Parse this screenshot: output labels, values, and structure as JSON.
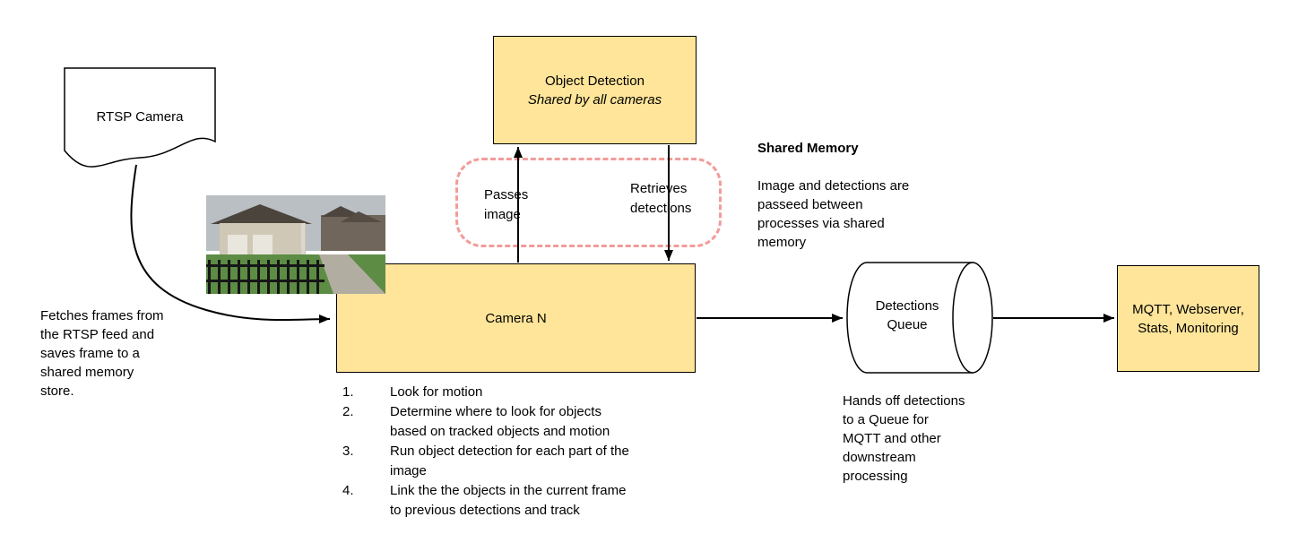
{
  "colors": {
    "node_fill": "#FFE599",
    "node_border": "#000000",
    "shared_memory_dash": "#F19C99",
    "arrow": "#000000"
  },
  "nodes": {
    "rtsp_camera": {
      "label": "RTSP Camera"
    },
    "object_detection": {
      "title": "Object Detection",
      "subtitle": "Shared by all cameras"
    },
    "camera_n": {
      "label": "Camera N"
    },
    "detections_queue": {
      "label": "Detections\nQueue"
    },
    "outputs": {
      "label": "MQTT, Webserver,\nStats, Monitoring"
    }
  },
  "edges": {
    "passes_image": "Passes\nimage",
    "retrieves_detections": "Retrieves\ndetections"
  },
  "notes": {
    "fetch": "Fetches frames from\nthe RTSP feed and\nsaves frame to a\nshared memory\nstore.",
    "shared_memory_title": "Shared Memory",
    "shared_memory_body": "Image and detections are\npasseed between\nprocesses via shared\nmemory",
    "queue_handoff": "Hands off detections\nto a Queue for\nMQTT and other\ndownstream\nprocessing"
  },
  "steps": [
    {
      "num": "1.",
      "text": "Look for motion"
    },
    {
      "num": "2.",
      "text": "Determine where to look for objects\nbased on tracked objects and motion"
    },
    {
      "num": "3.",
      "text": "Run object detection for each part of the\nimage"
    },
    {
      "num": "4.",
      "text": "Link the the objects in the current frame\nto previous detections and track"
    }
  ]
}
